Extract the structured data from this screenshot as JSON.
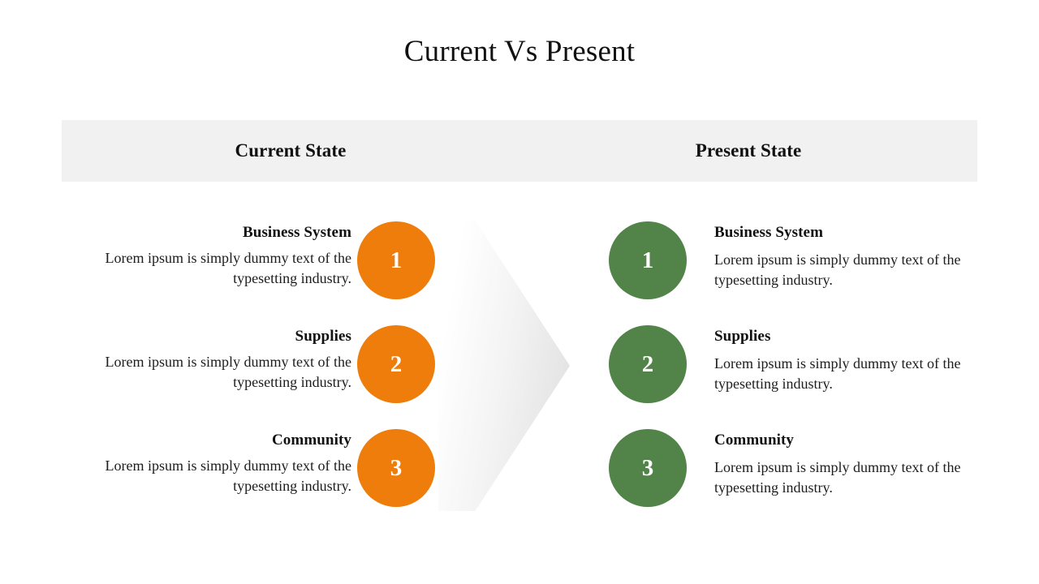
{
  "slide": {
    "title": "Current Vs Present",
    "background_color": "#ffffff"
  },
  "header": {
    "left_label": "Current State",
    "right_label": "Present State",
    "band_color": "#f1f1f1"
  },
  "arrow": {
    "name": "right-chevron-arrow",
    "direction": "right",
    "fill_start": "#ffffff",
    "fill_end": "#dedede"
  },
  "columns": {
    "left": {
      "name": "current-state-column",
      "accent_color": "#ef7d0c",
      "rows": [
        {
          "number": "1",
          "title": "Business System",
          "body": "Lorem ipsum is simply dummy text of the typesetting industry."
        },
        {
          "number": "2",
          "title": "Supplies",
          "body": "Lorem ipsum is simply dummy text of the typesetting industry."
        },
        {
          "number": "3",
          "title": "Community",
          "body": "Lorem ipsum is simply dummy text of the typesetting industry."
        }
      ]
    },
    "right": {
      "name": "present-state-column",
      "accent_color": "#528348",
      "rows": [
        {
          "number": "1",
          "title": "Business System",
          "body": "Lorem ipsum is simply dummy text of the typesetting industry."
        },
        {
          "number": "2",
          "title": "Supplies",
          "body": "Lorem ipsum is simply dummy text of the typesetting industry."
        },
        {
          "number": "3",
          "title": "Community",
          "body": "Lorem ipsum is simply dummy text of the typesetting industry."
        }
      ]
    }
  }
}
